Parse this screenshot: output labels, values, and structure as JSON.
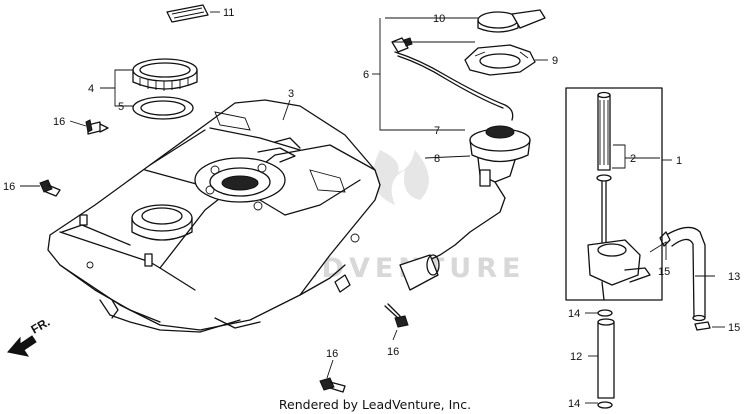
{
  "diagram": {
    "callouts": {
      "c1": "1",
      "c2": "2",
      "c3": "3",
      "c4": "4",
      "c5": "5",
      "c6": "6",
      "c7": "7",
      "c8": "8",
      "c9": "9",
      "c10": "10",
      "c11": "11",
      "c12": "12",
      "c13": "13",
      "c14a": "14",
      "c14b": "14",
      "c15a": "15",
      "c15b": "15",
      "c16a": "16",
      "c16b": "16",
      "c16c": "16",
      "c16d": "16"
    },
    "direction_marker": "FR.",
    "watermark": "LEADVENTURE",
    "credit": "Rendered by LeadVenture, Inc."
  }
}
